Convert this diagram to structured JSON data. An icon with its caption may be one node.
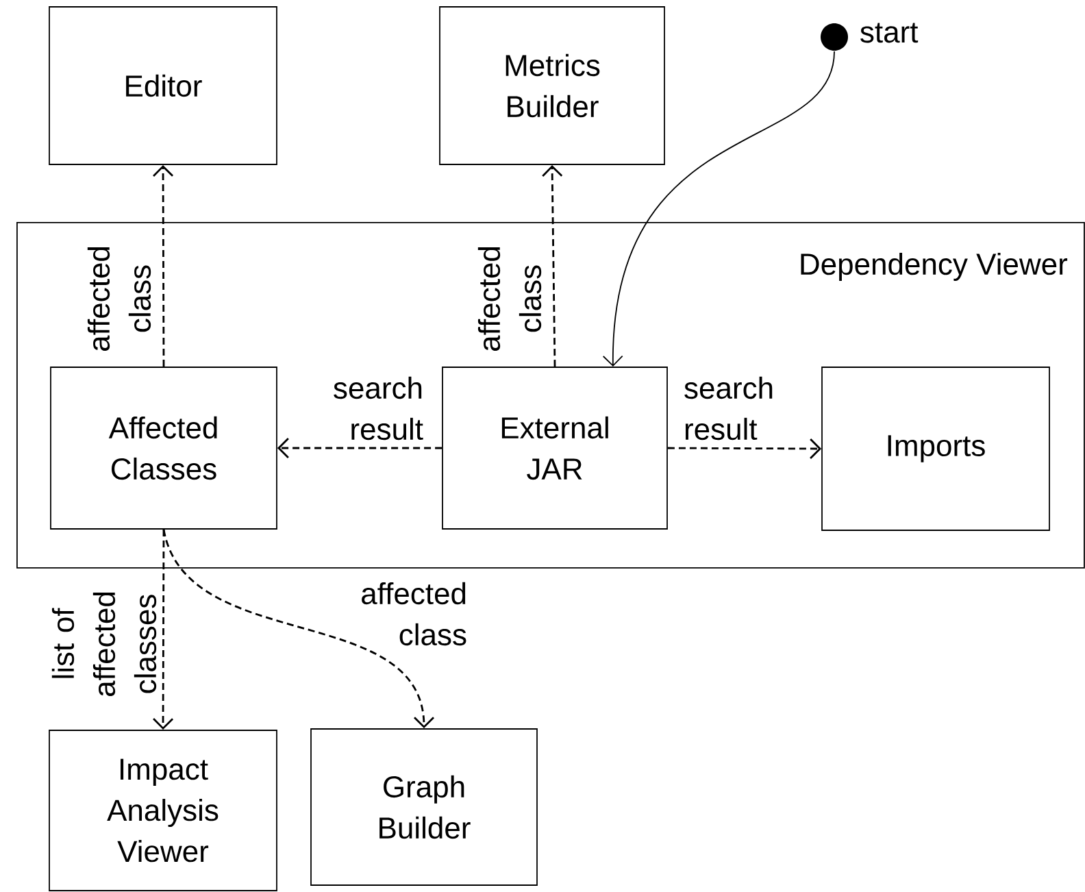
{
  "diagram": {
    "nodes": [
      {
        "text": [
          "Editor"
        ]
      },
      {
        "text": [
          "Metrics Builder"
        ]
      },
      {
        "text": [],
        "shape": "circle",
        "beside": [
          "start"
        ]
      },
      {
        "text": [
          "Dependency Viewer"
        ]
      },
      {
        "text": [
          "Affected Classes"
        ],
        "in": 3
      },
      {
        "text": [
          "External JAR"
        ],
        "in": 3
      },
      {
        "text": [
          "Imports"
        ],
        "in": 3
      },
      {
        "text": [
          "Impact Analysis Viewer"
        ]
      },
      {
        "text": [
          "Graph Builder"
        ]
      }
    ],
    "edges": [
      {
        "from": 4,
        "to": 0,
        "arrow": "to",
        "style": "dashed",
        "label": "affected class"
      },
      {
        "from": 5,
        "to": 1,
        "arrow": "to",
        "style": "dashed",
        "label": "affected class"
      },
      {
        "from": 2,
        "to": 5,
        "arrow": "to"
      },
      {
        "from": 5,
        "to": 4,
        "arrow": "to",
        "style": "dashed",
        "label": "search result"
      },
      {
        "from": 5,
        "to": 6,
        "arrow": "to",
        "style": "dashed",
        "label": "search result"
      },
      {
        "from": 4,
        "to": 7,
        "arrow": "to",
        "style": "dashed",
        "label": "list of affected classes"
      },
      {
        "from": 4,
        "to": 8,
        "arrow": "to",
        "style": "dashed",
        "label": "affected class"
      }
    ]
  }
}
